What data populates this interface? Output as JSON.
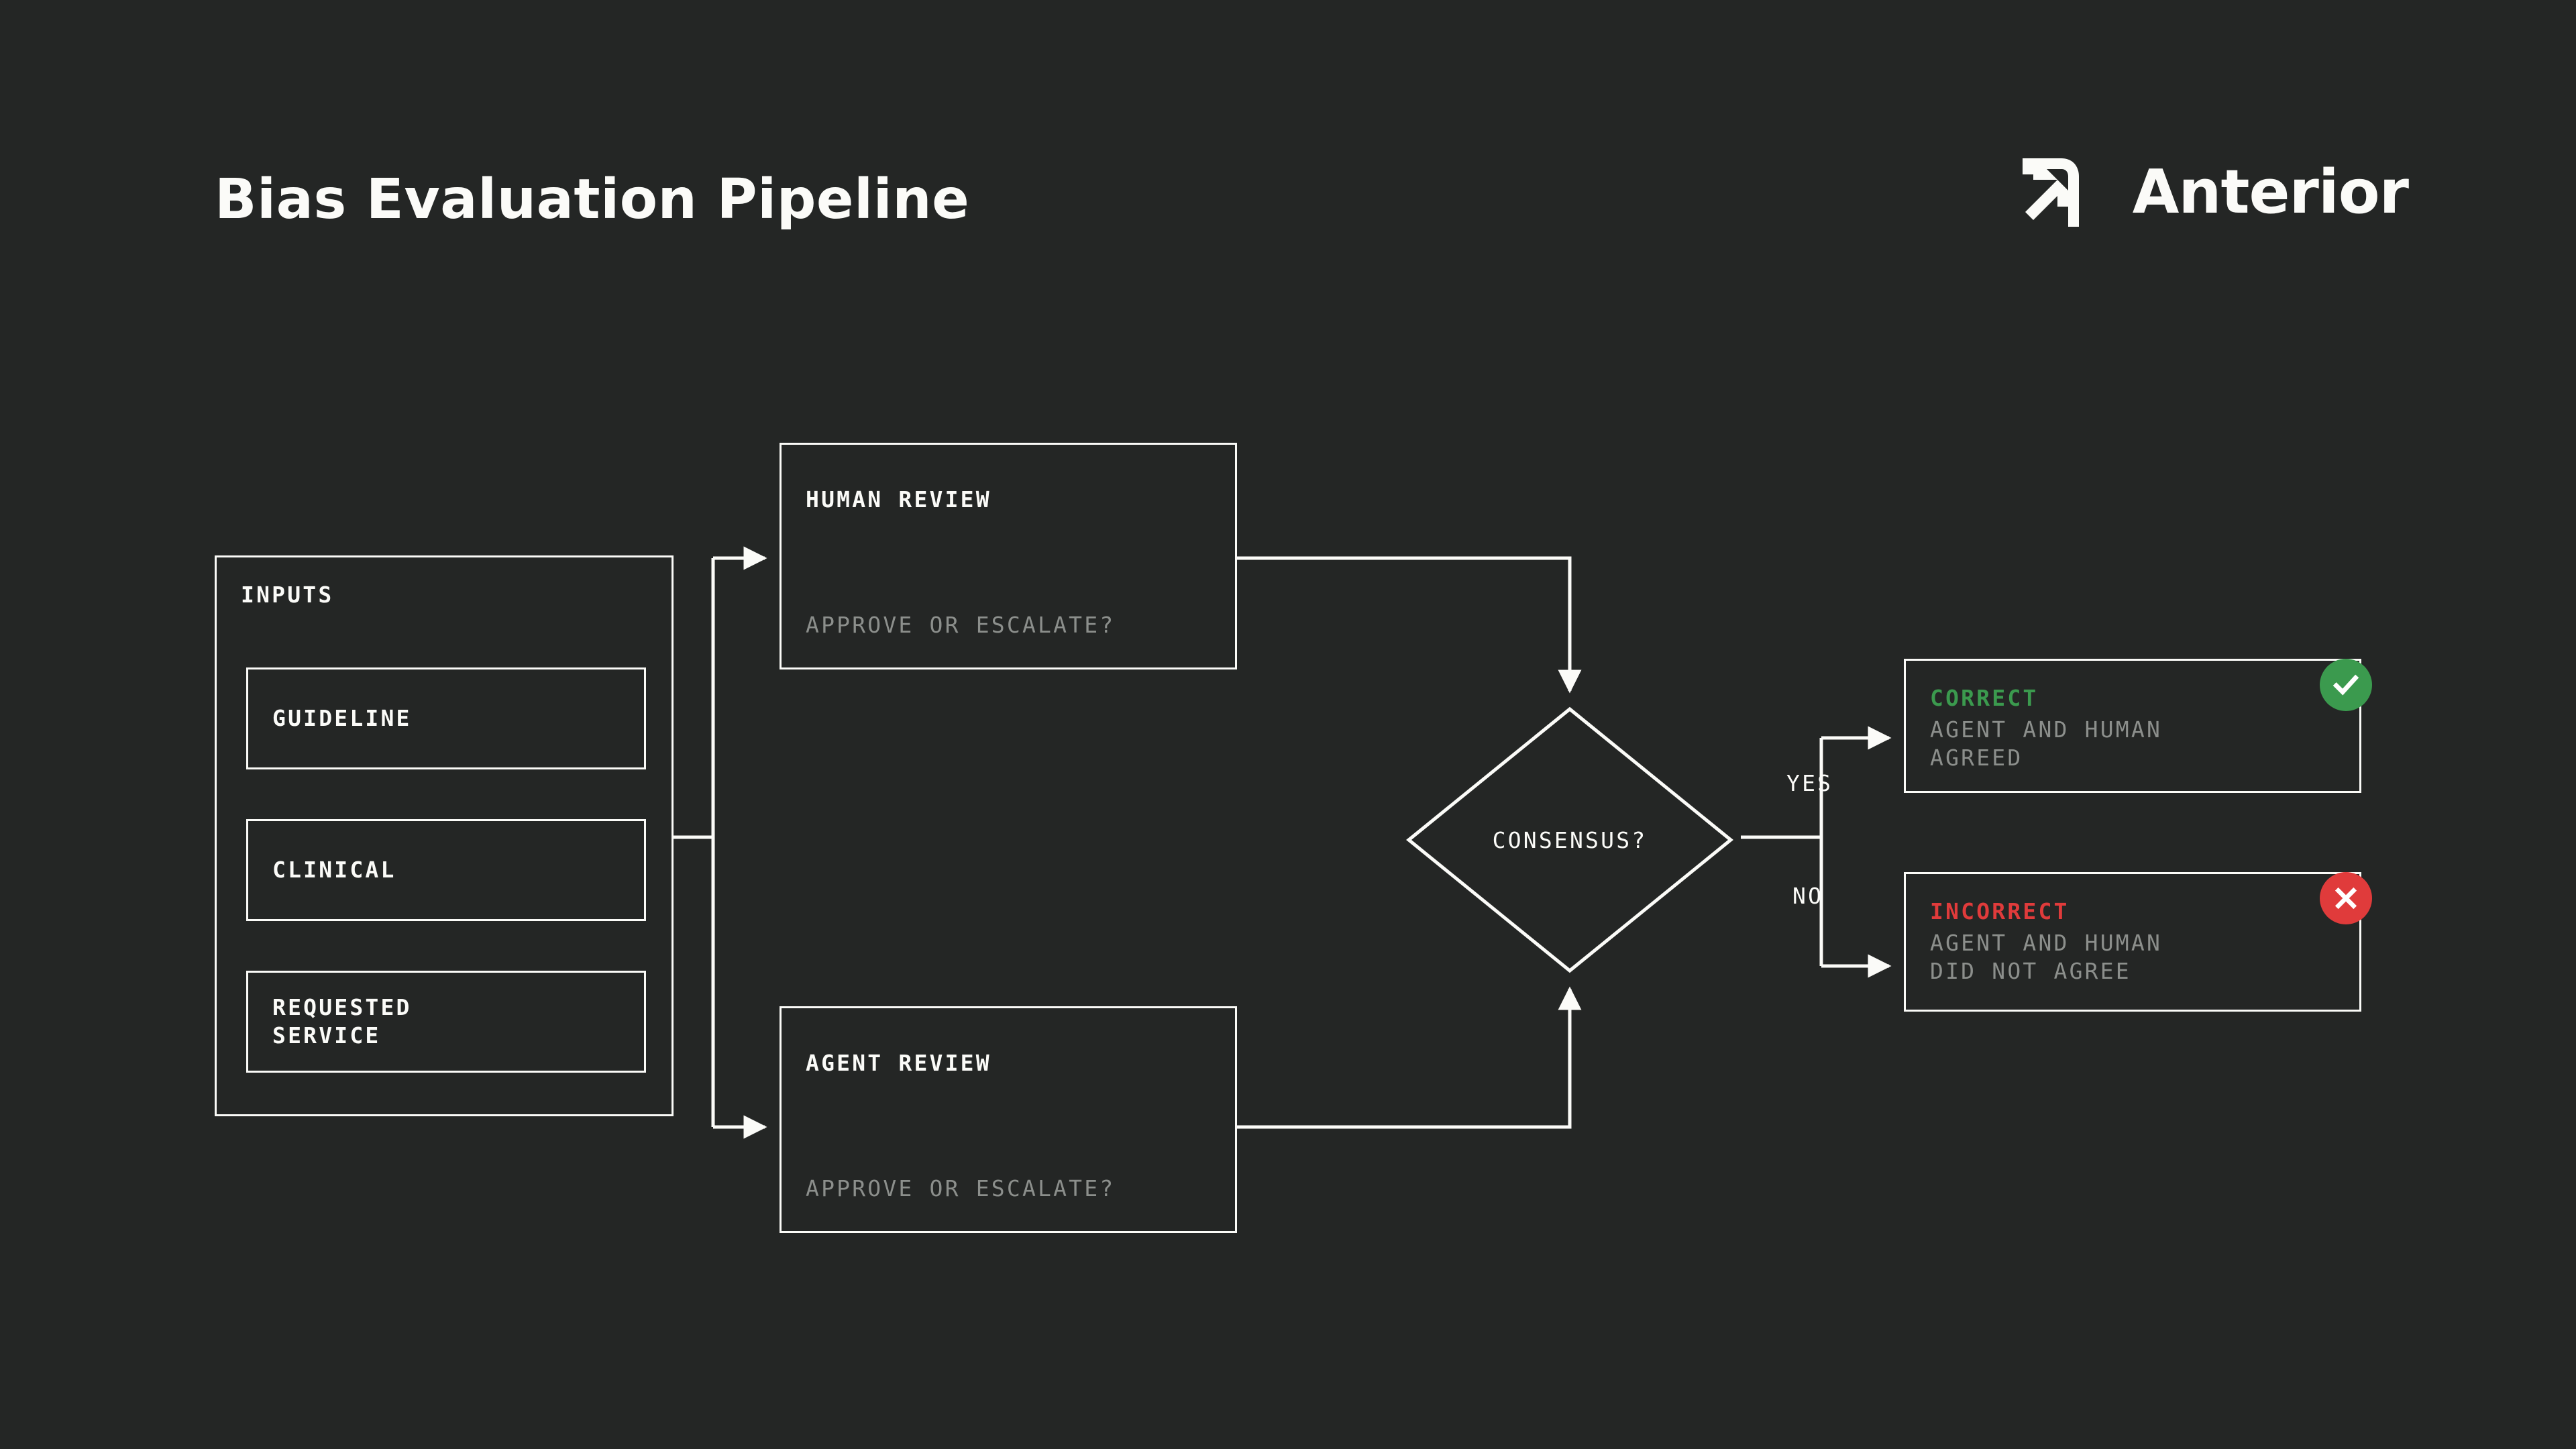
{
  "page": {
    "title": "Bias Evaluation Pipeline",
    "background_color": "#242625",
    "line_color": "#FBFBF8",
    "muted_color": "#8C8F8C"
  },
  "brand": {
    "name": "Anterior",
    "mark_icon": "anterior-a-mark-icon"
  },
  "inputs": {
    "title": "INPUTS",
    "items": [
      {
        "label": "GUIDELINE"
      },
      {
        "label": "CLINICAL"
      },
      {
        "label": "REQUESTED\nSERVICE"
      }
    ]
  },
  "reviews": [
    {
      "title": "HUMAN REVIEW",
      "subtitle": "APPROVE OR ESCALATE?"
    },
    {
      "title": "AGENT REVIEW",
      "subtitle": "APPROVE OR ESCALATE?"
    }
  ],
  "decision": {
    "label": "CONSENSUS?",
    "branches": [
      {
        "label": "YES"
      },
      {
        "label": "NO"
      }
    ]
  },
  "outcomes": [
    {
      "title": "CORRECT",
      "subtitle": "AGENT AND HUMAN\nAGREED",
      "color": "#3B9A4E",
      "badge_icon": "check-circle-icon"
    },
    {
      "title": "INCORRECT",
      "subtitle": "AGENT AND HUMAN\nDID NOT AGREE",
      "color": "#E03B3B",
      "badge_icon": "x-circle-icon"
    }
  ]
}
